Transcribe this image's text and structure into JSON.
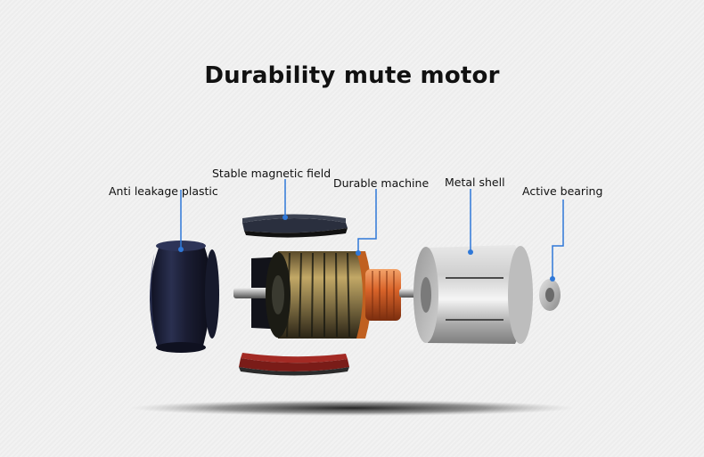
{
  "title": "Durability mute motor",
  "labels": {
    "anti_leakage_plastic": "Anti leakage plastic",
    "stable_magnetic_field": "Stable magnetic field",
    "durable_machine": "Durable machine",
    "metal_shell": "Metal shell",
    "active_bearing": "Active bearing"
  },
  "colors": {
    "callout_line": "#2f78d8",
    "background": "#f2f2f2",
    "copper": "#d9642a",
    "magnet_red": "#a32a24",
    "dark_navy": "#1f2440"
  }
}
